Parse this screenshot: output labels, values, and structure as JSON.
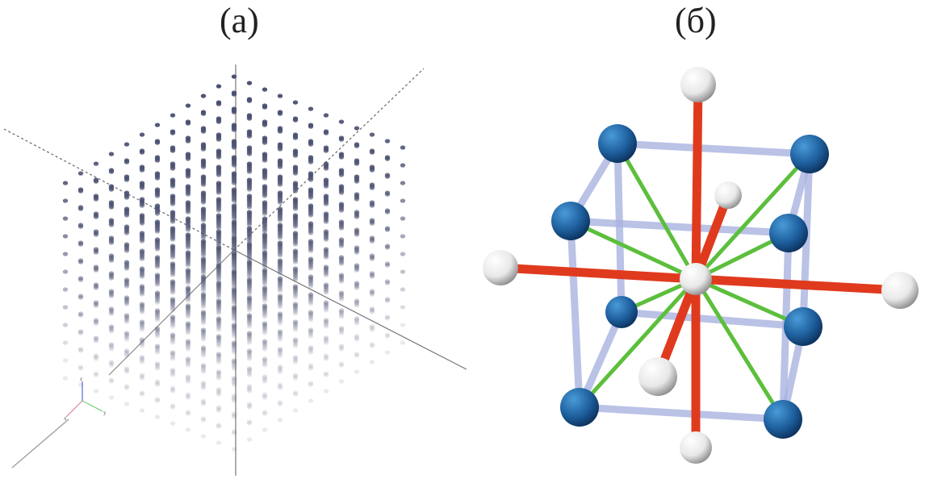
{
  "panels": [
    {
      "label": "(a)"
    },
    {
      "label": "(б)"
    }
  ],
  "triad": {
    "z": "z",
    "x": "x",
    "y": "y"
  },
  "colors": {
    "lattice_dot": "#4a5070",
    "frame": "#a9b3e0",
    "metal_sphere": "#1d5e9c",
    "white_sphere": "#f2f2f2",
    "red_bond": "#e03a1e",
    "green_bond": "#5cbf3c"
  }
}
